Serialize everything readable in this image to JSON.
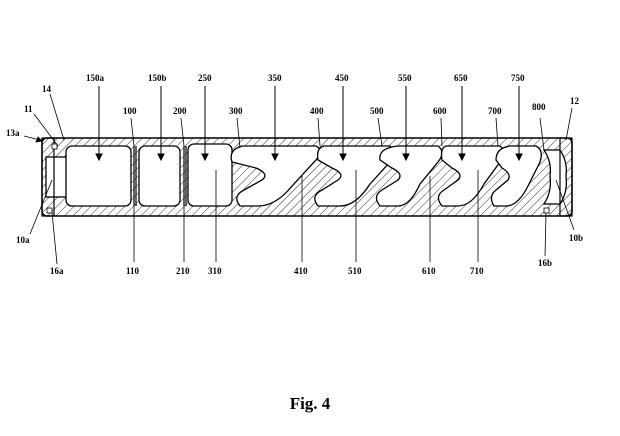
{
  "figure": {
    "caption": "Fig. 4"
  },
  "labels": {
    "l_13a": "13a",
    "l_11": "11",
    "l_14": "14",
    "l_10a": "10a",
    "l_16a": "16a",
    "l_150a": "150a",
    "l_150b": "150b",
    "l_100": "100",
    "l_110": "110",
    "l_200": "200",
    "l_210": "210",
    "l_250": "250",
    "l_300": "300",
    "l_310": "310",
    "l_350": "350",
    "l_400": "400",
    "l_410": "410",
    "l_450": "450",
    "l_500": "500",
    "l_510": "510",
    "l_550": "550",
    "l_600": "600",
    "l_610": "610",
    "l_650": "650",
    "l_700": "700",
    "l_710": "710",
    "l_750": "750",
    "l_800": "800",
    "l_12": "12",
    "l_10b": "10b",
    "l_16b": "16b"
  }
}
